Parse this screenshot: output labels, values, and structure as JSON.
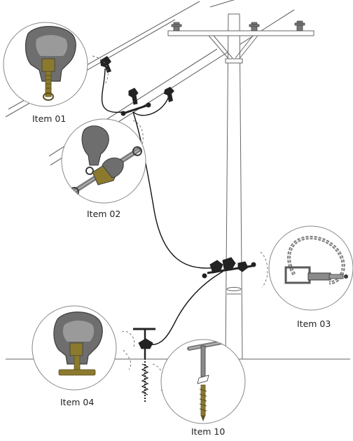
{
  "items": [
    {
      "id": "item-01",
      "label": "Item 01"
    },
    {
      "id": "item-02",
      "label": "Item 02"
    },
    {
      "id": "item-03",
      "label": "Item 03"
    },
    {
      "id": "item-04",
      "label": "Item 04"
    },
    {
      "id": "item-10",
      "label": "Item 10"
    }
  ],
  "colors": {
    "line": "#555555",
    "clamp_body": "#6e6e6e",
    "clamp_dark": "#3b3b3b",
    "brass": "#8b7a2e",
    "cable": "#111111"
  }
}
